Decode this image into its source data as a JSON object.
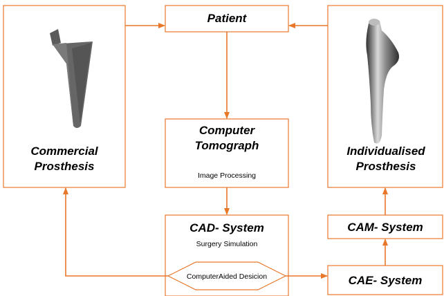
{
  "colors": {
    "accent": "#E8772A",
    "text": "#000000",
    "background": "#ffffff"
  },
  "patient": {
    "title": "Patient"
  },
  "commercial": {
    "title_line1": "Commercial",
    "title_line2": "Prosthesis",
    "image": "stem-prosthesis-image"
  },
  "ct": {
    "title_line1": "Computer",
    "title_line2": "Tomograph",
    "subtitle": "Image Processing"
  },
  "individual": {
    "title_line1": "Individualised",
    "title_line2": "Prosthesis",
    "image": "custom-prosthesis-image"
  },
  "cad": {
    "title": "CAD- System",
    "subtitle": "Surgery Simulation"
  },
  "decision": {
    "label": "ComputerAided Desicion"
  },
  "cam": {
    "title": "CAM- System"
  },
  "cae": {
    "title": "CAE- System"
  }
}
